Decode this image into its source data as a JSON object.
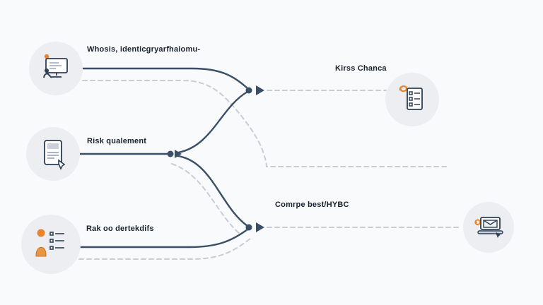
{
  "canvas": {
    "background": "#f9fafb",
    "line_color": "#3a4f66",
    "dashed_color": "#c9cdd3",
    "accent": "#e8842c",
    "circle_fill": "#eceef1",
    "text_color": "#18222f"
  },
  "nodes": {
    "left": [
      {
        "id": "identity-verification",
        "label": "Whosis, identicgryarfhaiomu-",
        "icon": "monitor-person-icon"
      },
      {
        "id": "risk-assessment",
        "label": "Risk qualement",
        "icon": "document-hand-icon"
      },
      {
        "id": "risk-checklist",
        "label": "Rak oo dertekdifs",
        "icon": "person-checklist-icon"
      }
    ],
    "right": [
      {
        "id": "kyc-check",
        "label": "Kirss Chanca",
        "icon": "checklist-scribble-icon"
      },
      {
        "id": "compliance",
        "label": "Comrpe best/HYBC",
        "icon": "laptop-mail-icon"
      }
    ]
  }
}
